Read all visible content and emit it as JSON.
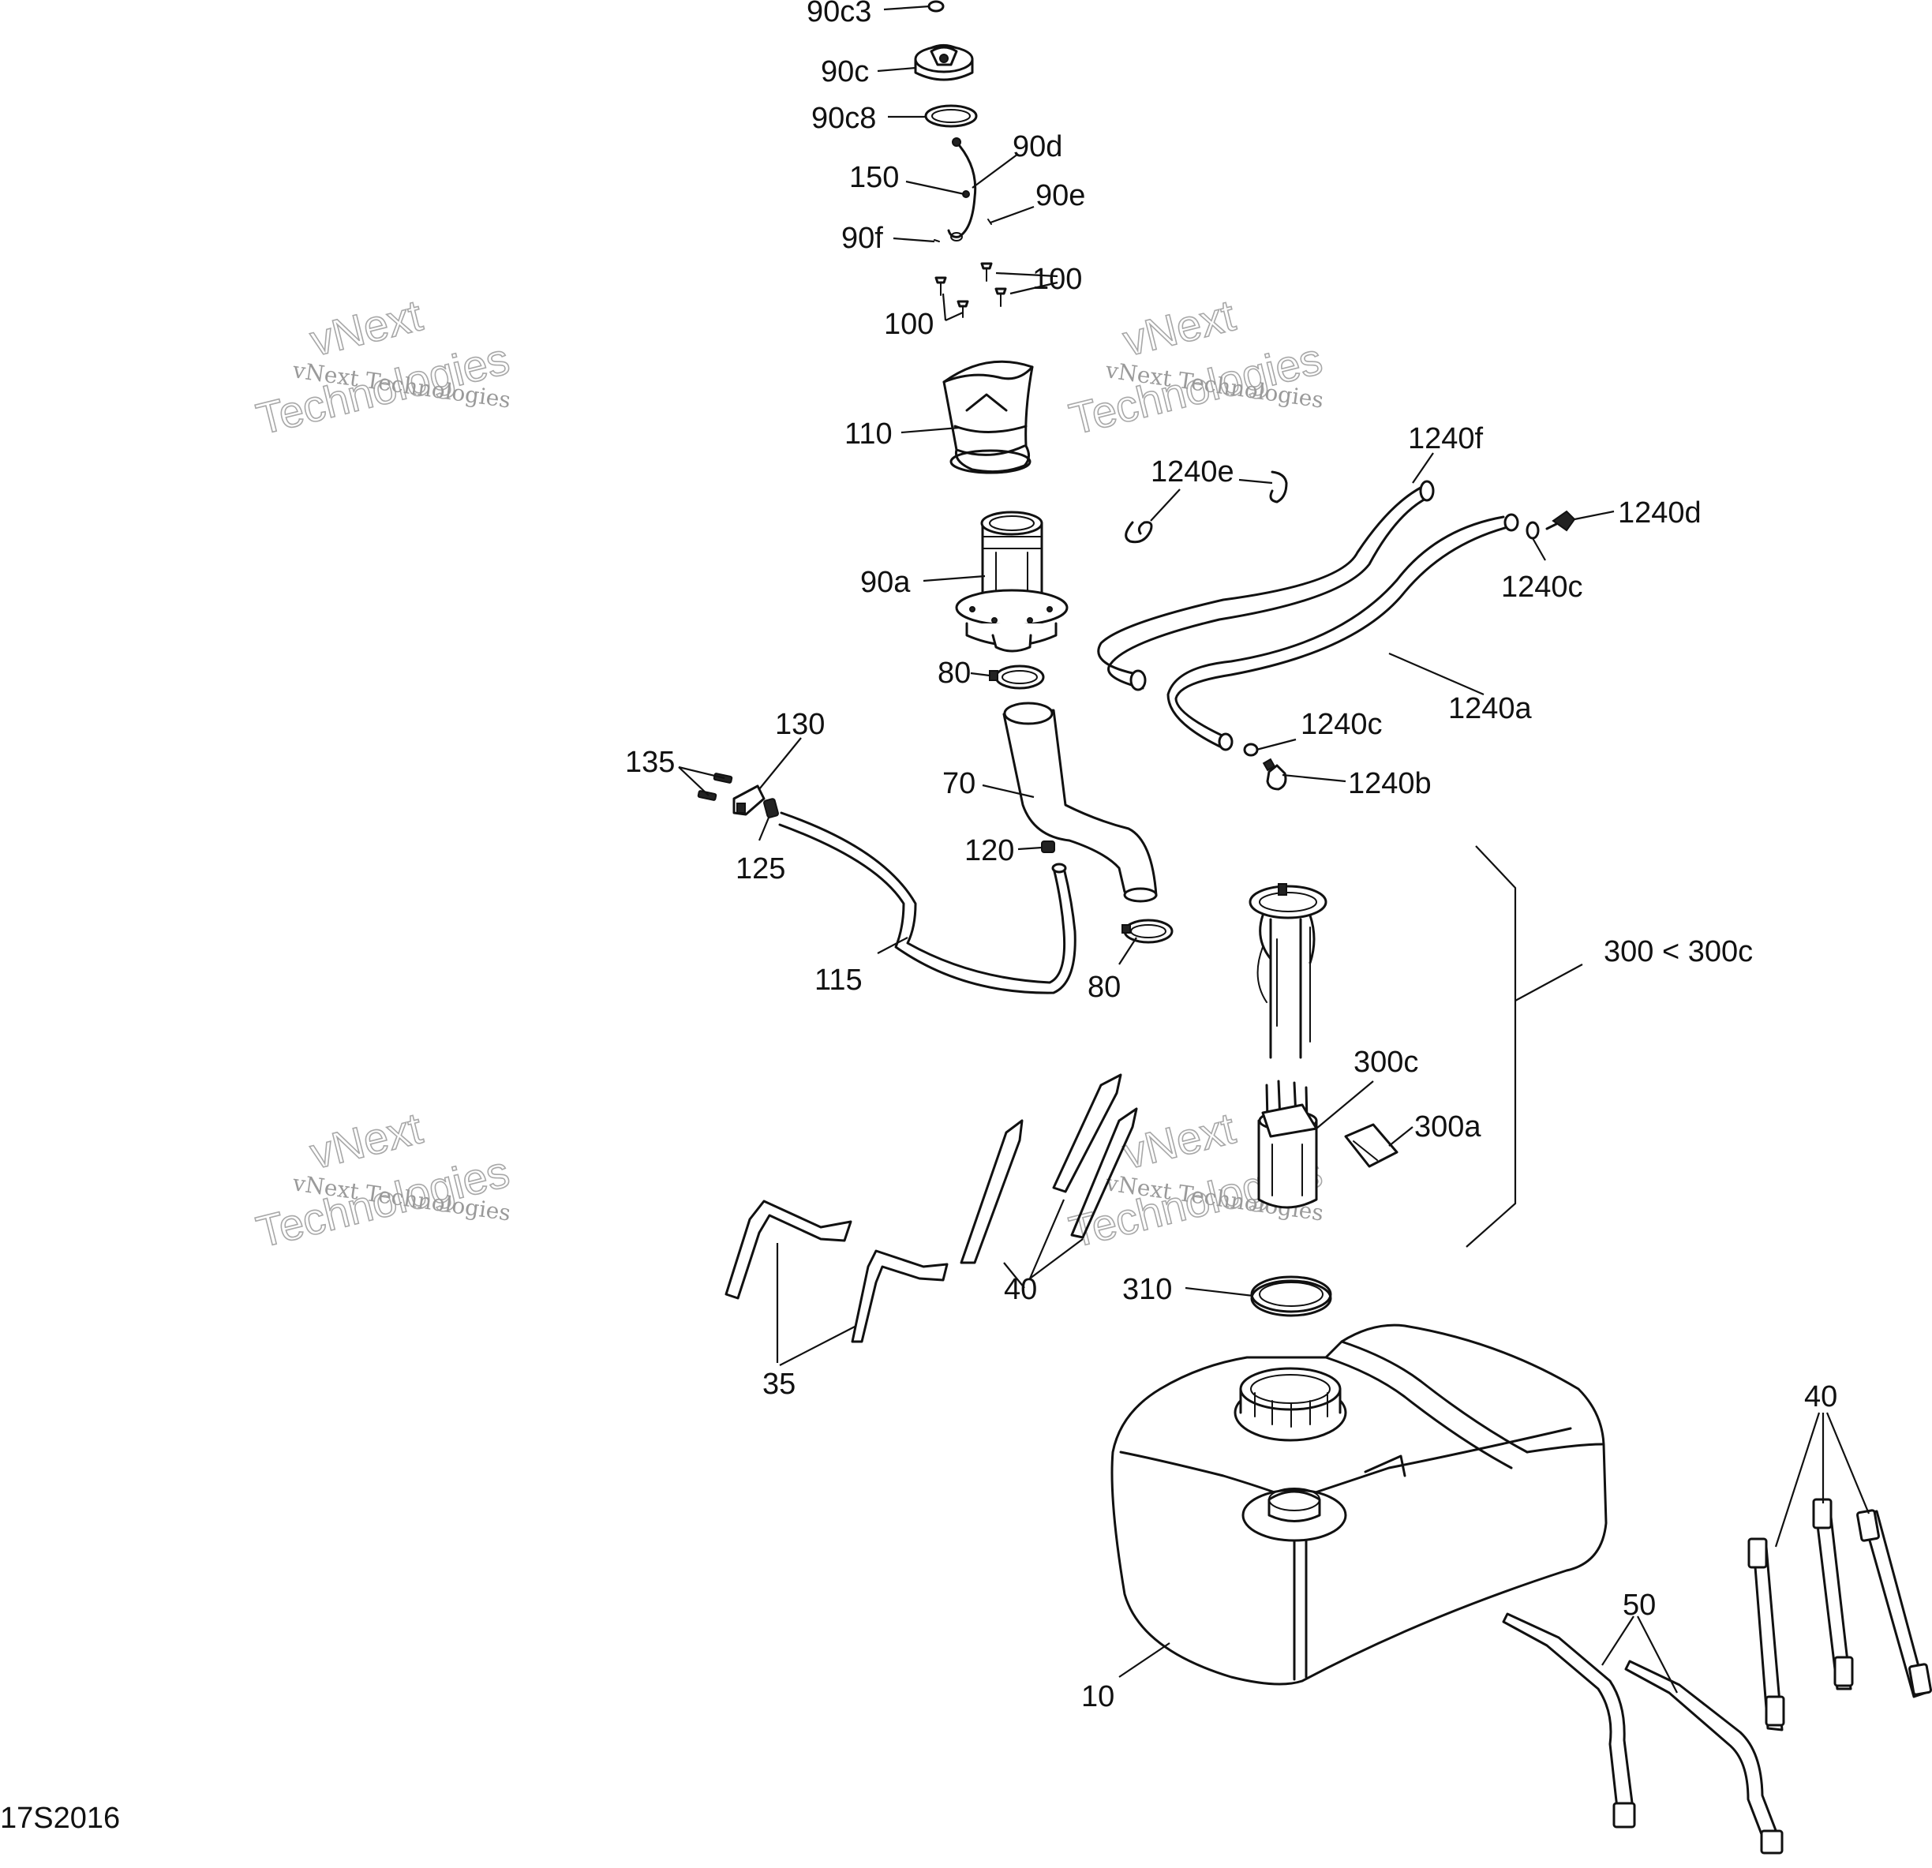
{
  "diagram": {
    "code": "17S2016",
    "callouts": [
      "90c3",
      "90c",
      "90c8",
      "90d",
      "150",
      "90e",
      "90f",
      "100",
      "100",
      "110",
      "1240f",
      "1240e",
      "1240d",
      "1240c",
      "90a",
      "80",
      "1240a",
      "1240c",
      "130",
      "135",
      "70",
      "1240b",
      "125",
      "120",
      "115",
      "80",
      "300 < 300c",
      "300c",
      "300a",
      "40",
      "310",
      "35",
      "40",
      "50",
      "10"
    ],
    "watermark": {
      "small": "vNext Technologies",
      "large_top": "vNext",
      "large_bottom": "Technologies"
    }
  }
}
